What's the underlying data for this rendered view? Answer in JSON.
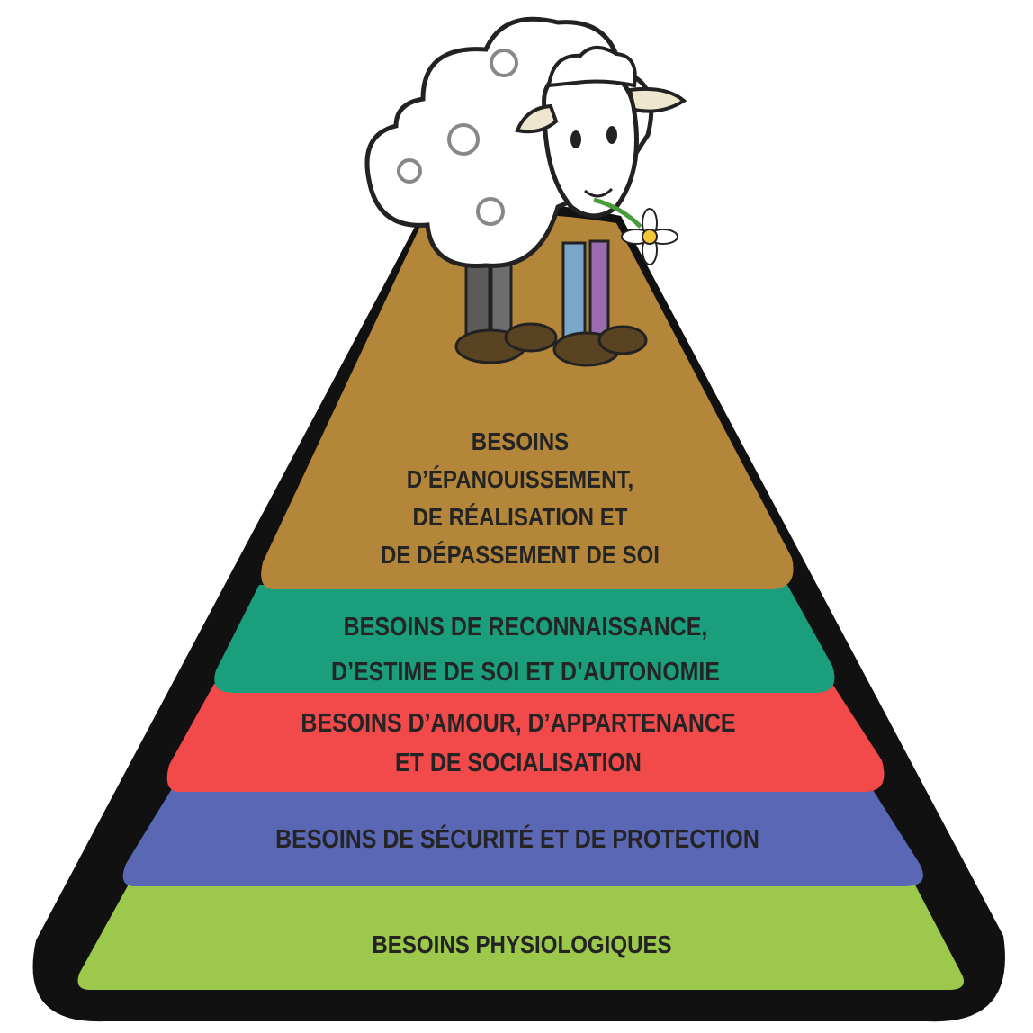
{
  "pyramid": {
    "levels": [
      {
        "key": "accomplissement",
        "color": "#B3863A",
        "lines": [
          "BESOINS",
          "D’ÉPANOUISSEMENT,",
          "DE RÉALISATION ET",
          "DE DÉPASSEMENT DE SOI"
        ]
      },
      {
        "key": "estime",
        "color": "#1A9E7C",
        "lines": [
          "BESOINS DE RECONNAISSANCE,",
          "D’ESTIME DE SOI ET D’AUTONOMIE"
        ]
      },
      {
        "key": "appartenance",
        "color": "#F2494B",
        "lines": [
          "BESOINS D’AMOUR, D’APPARTENANCE",
          "ET DE SOCIALISATION"
        ]
      },
      {
        "key": "securite",
        "color": "#5A67B5",
        "lines": [
          "BESOINS DE SÉCURITÉ ET DE PROTECTION"
        ]
      },
      {
        "key": "physiologiques",
        "color": "#9CC84B",
        "lines": [
          "BESOINS PHYSIOLOGIQUES"
        ]
      }
    ],
    "outline_color": "#111111",
    "illustration": "sheep-mascot"
  }
}
